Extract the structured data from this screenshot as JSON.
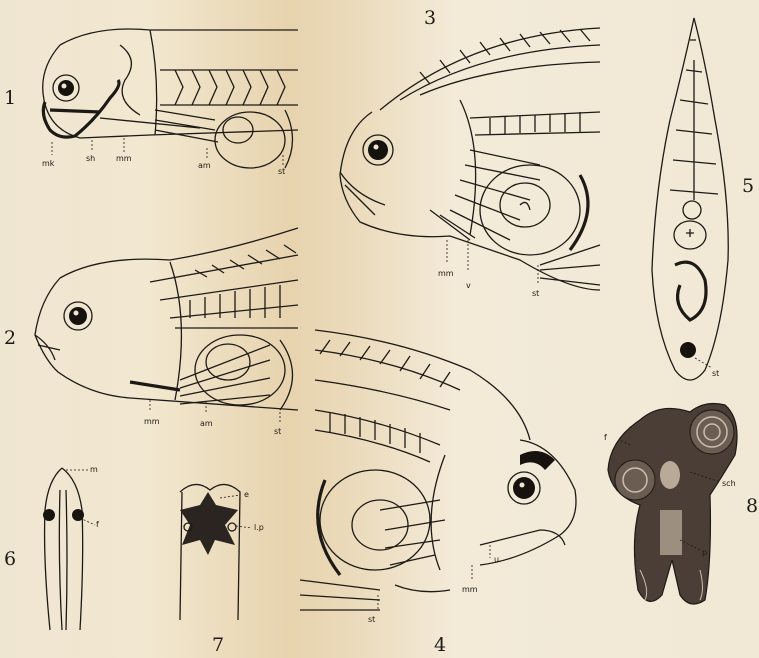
{
  "plate": {
    "figure_numbers": [
      "1",
      "2",
      "3",
      "4",
      "5",
      "6",
      "7",
      "8"
    ],
    "labels": {
      "fig1": [
        "mk",
        "sh",
        "mm",
        "am",
        "st"
      ],
      "fig2": [
        "mm",
        "am",
        "st"
      ],
      "fig3": [
        "mm",
        "v",
        "st"
      ],
      "fig4": [
        "u",
        "mm",
        "st"
      ],
      "fig5": [
        "st"
      ],
      "fig6": [
        "m",
        "f"
      ],
      "fig7": [
        "e",
        "l.p"
      ],
      "fig8": [
        "f",
        "sch",
        "p"
      ]
    }
  }
}
